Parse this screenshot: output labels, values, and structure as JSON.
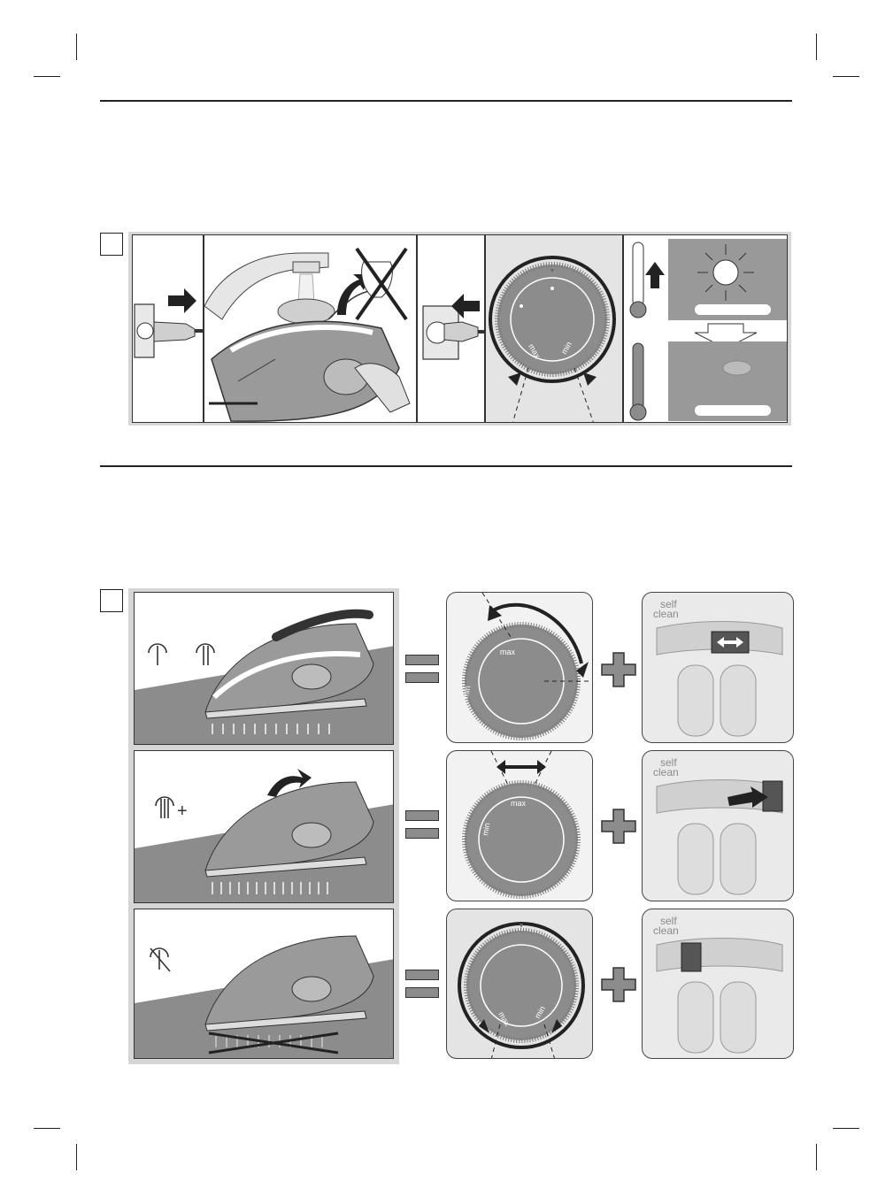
{
  "steps": {
    "step1": {
      "number": ""
    },
    "step2": {
      "number": ""
    }
  },
  "dial": {
    "min_label": "min",
    "max_label": "max"
  },
  "steam_panel": {
    "self_clean_line1": "self",
    "self_clean_line2": "clean",
    "plus_symbol": "+"
  },
  "operators": {
    "equals": "=",
    "plus": "+"
  },
  "colors": {
    "panel_bg": "#d6d6d6",
    "iron_grey": "#8c8c8c",
    "dark": "#222222",
    "light_grey": "#bdbdbd"
  }
}
